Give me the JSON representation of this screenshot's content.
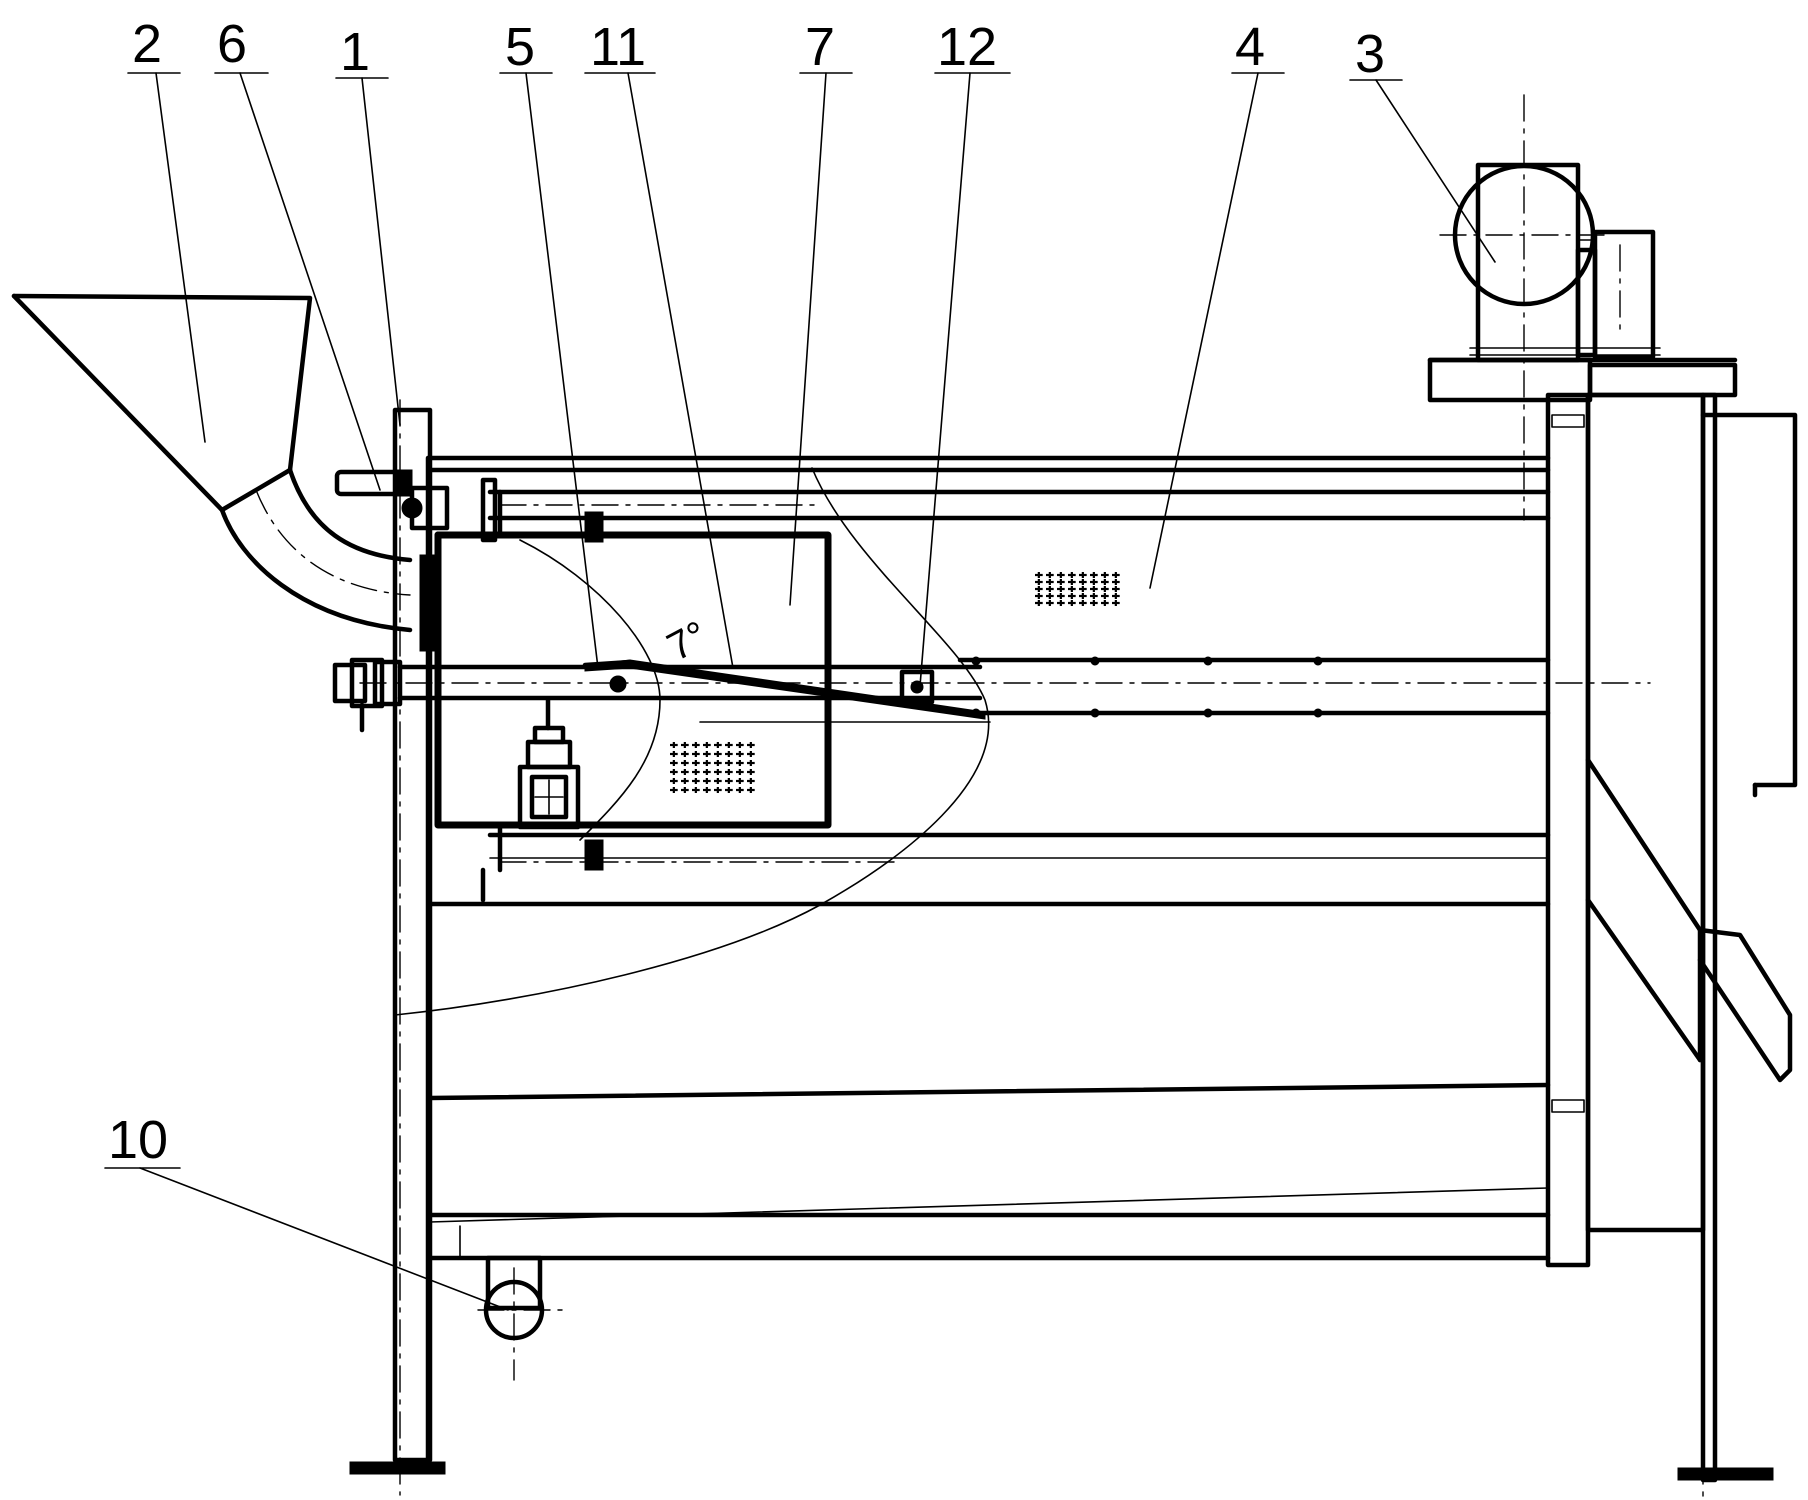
{
  "labels": {
    "l2": "2",
    "l6": "6",
    "l1": "1",
    "l5": "5",
    "l11": "11",
    "l7": "7",
    "l12": "12",
    "l4": "4",
    "l3": "3",
    "l10": "10"
  },
  "angle_mark": "7°"
}
